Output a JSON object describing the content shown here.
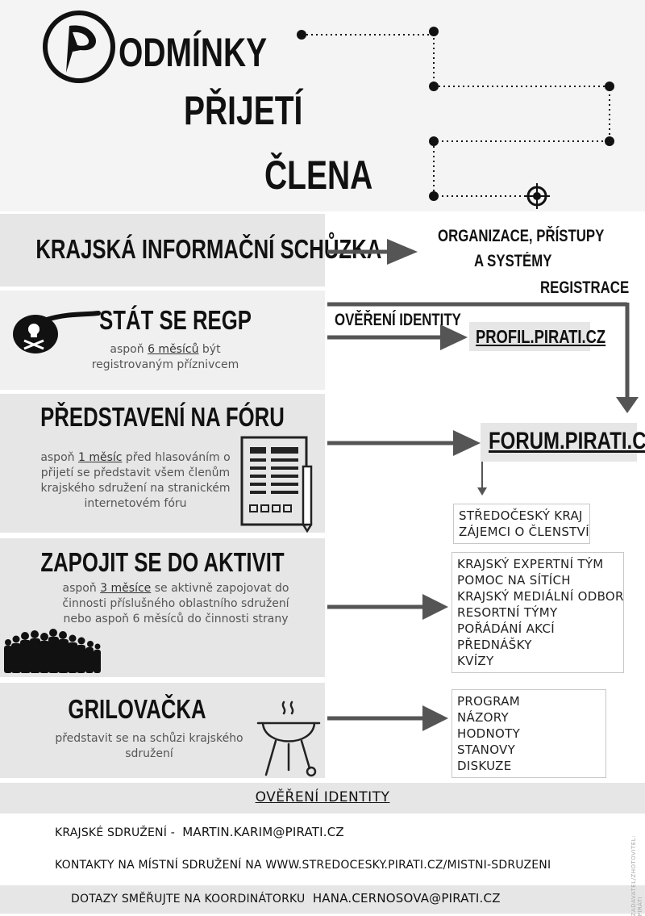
{
  "header": {
    "title_rest_line1": "ODMÍNKY",
    "title_line2": "PŘIJETÍ",
    "title_line3": "ČLENA",
    "logo_icon": "pirate-flag-logo-icon"
  },
  "steps": [
    {
      "title": "KRAJSKÁ INFORMAČNÍ SCHŮZKA"
    },
    {
      "title": "STÁT SE REGP",
      "desc_pre": "aspoň ",
      "desc_u": "6 měsíců",
      "desc_post": " být registrovaným příznivcem",
      "icon": "eye-patch-icon"
    },
    {
      "title": "PŘEDSTAVENÍ NA FÓRU",
      "desc_pre": "aspoň ",
      "desc_u": "1 měsíc",
      "desc_post": " před hlasováním o přijetí se představit všem členům krajského sdružení na stranickém internetovém fóru",
      "icon": "form-document-icon"
    },
    {
      "title": "ZAPOJIT SE DO AKTIVIT",
      "desc_pre": "aspoň ",
      "desc_u": "3 měsíce",
      "desc_post": " se aktivně zapojovat do činnosti příslušného oblastního sdružení nebo aspoň 6 měsíců do činnosti strany",
      "icon": "crowd-silhouette-icon"
    },
    {
      "title": "GRILOVAČKA",
      "desc": "představit se na schůzi krajského sdružení",
      "icon": "grill-icon"
    }
  ],
  "right": {
    "org_line1": "ORGANIZACE, PŘÍSTUPY",
    "org_line2": "A SYSTÉMY",
    "registrace": "REGISTRACE",
    "overeni": "OVĚŘENÍ IDENTITY",
    "profil": "PROFIL.PIRATI.CZ",
    "forum": "FORUM.PIRATI.CZ",
    "forum_box": [
      "STŘEDOČESKÝ KRAJ",
      "ZÁJEMCI O ČLENSTVÍ"
    ],
    "activities_box": [
      "KRAJSKÝ EXPERTNÍ TÝM",
      "POMOC NA SÍTÍCH",
      "KRAJSKÝ MEDIÁLNÍ ODBOR",
      "RESORTNÍ TÝMY",
      "POŘÁDÁNÍ AKCÍ",
      "PŘEDNÁŠKY",
      "KVÍZY"
    ],
    "grill_box": [
      "PROGRAM",
      "NÁZORY",
      "HODNOTY",
      "STANOVY",
      "DISKUZE"
    ]
  },
  "footer": {
    "heading": "OVĚŘENÍ IDENTITY",
    "line1_label": "KRAJSKÉ SDRUŽENÍ -",
    "line1_email": "MARTIN.KARIM@PIRATI.CZ",
    "line2": "KONTAKTY NA MÍSTNÍ SDRUŽENÍ NA WWW.STREDOCESKY.PIRATI.CZ/MISTNI-SDRUZENI",
    "line3_label": "DOTAZY SMĚŘUJTE NA KOORDINÁTORKU",
    "line3_email": "HANA.CERNOSOVA@PIRATI.CZ",
    "side_credit": "ZADAVATEL/ZHOTOVITEL: PIRÁTI"
  },
  "colors": {
    "panel": "#e6e6e6",
    "arrow": "#555555",
    "text": "#111111"
  }
}
